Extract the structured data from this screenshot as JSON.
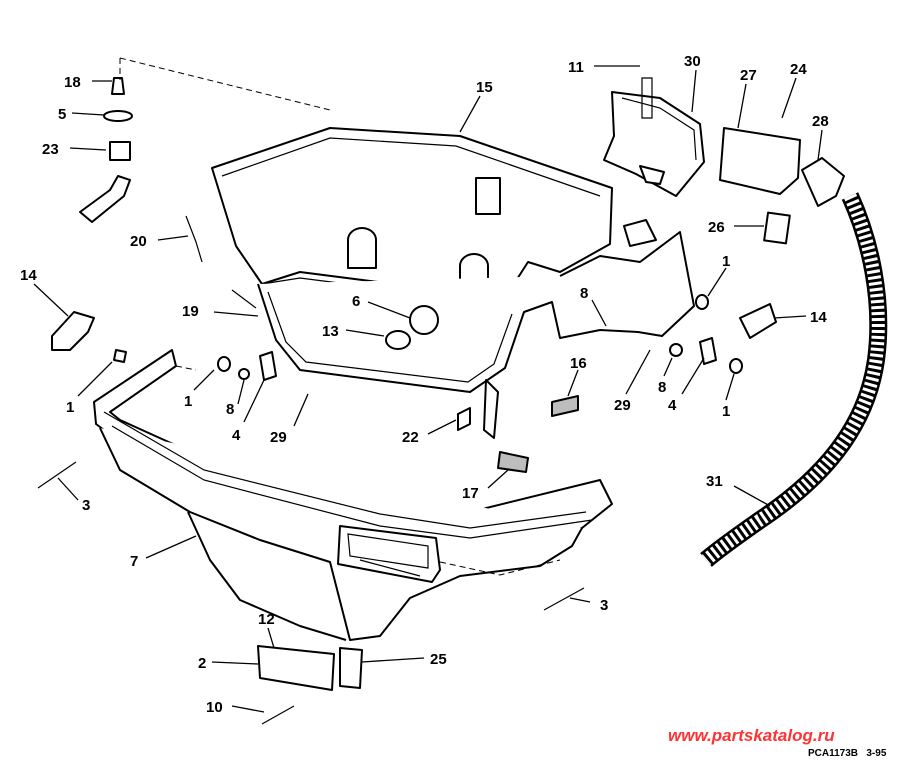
{
  "callouts": [
    "18",
    "5",
    "23",
    "20",
    "14",
    "19",
    "6",
    "13",
    "15",
    "11",
    "30",
    "27",
    "24",
    "28",
    "26",
    "1",
    "8",
    "14",
    "16",
    "29",
    "8",
    "4",
    "1",
    "1",
    "8",
    "4",
    "29",
    "1",
    "22",
    "17",
    "31",
    "3",
    "7",
    "3",
    "12",
    "2",
    "25",
    "10"
  ],
  "watermark": "www.partskatalog.ru",
  "drawing_code": "PCA1173B   3-95"
}
